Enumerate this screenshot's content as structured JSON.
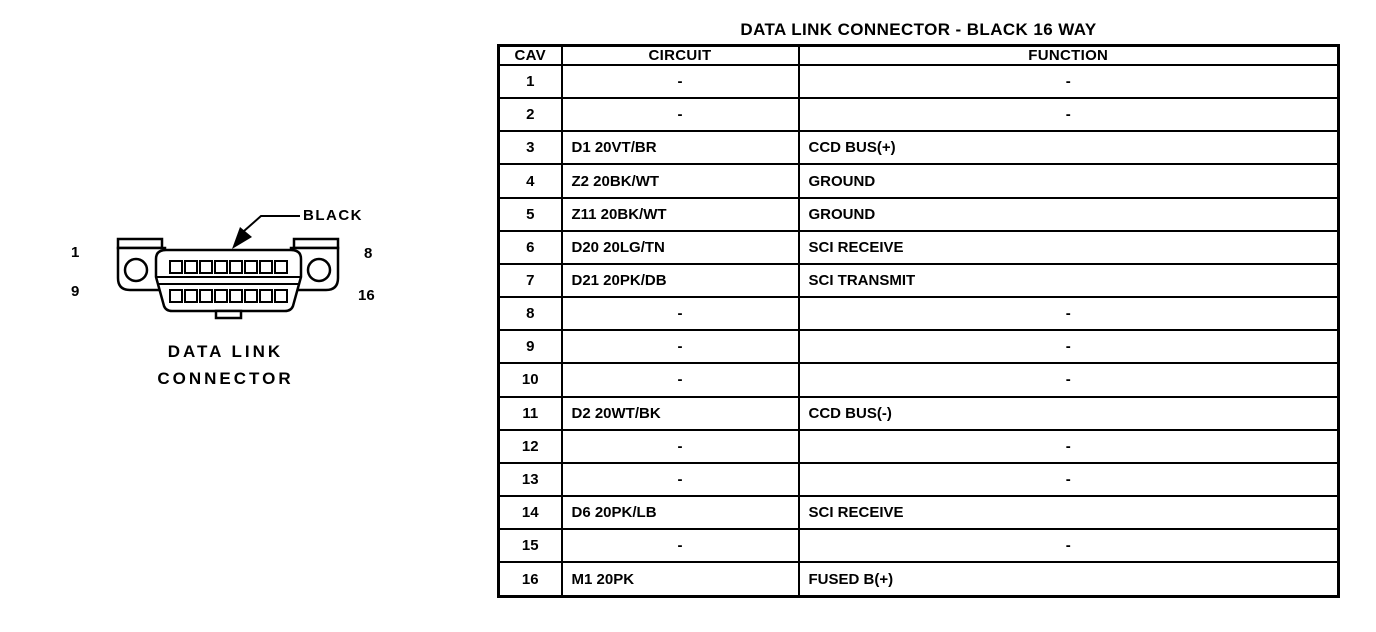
{
  "title": "DATA LINK CONNECTOR - BLACK 16 WAY",
  "connector": {
    "color_label": "BLACK",
    "caption": [
      "DATA LINK",
      "CONNECTOR"
    ],
    "pin_labels": {
      "top_left": "1",
      "top_right": "8",
      "bottom_left": "9",
      "bottom_right": "16"
    }
  },
  "table": {
    "headers": [
      "CAV",
      "CIRCUIT",
      "FUNCTION"
    ],
    "rows": [
      [
        "1",
        "-",
        "-"
      ],
      [
        "2",
        "-",
        "-"
      ],
      [
        "3",
        "D1 20VT/BR",
        "CCD BUS(+)"
      ],
      [
        "4",
        "Z2 20BK/WT",
        "GROUND"
      ],
      [
        "5",
        "Z11 20BK/WT",
        "GROUND"
      ],
      [
        "6",
        "D20 20LG/TN",
        "SCI RECEIVE"
      ],
      [
        "7",
        "D21 20PK/DB",
        "SCI TRANSMIT"
      ],
      [
        "8",
        "-",
        "-"
      ],
      [
        "9",
        "-",
        "-"
      ],
      [
        "10",
        "-",
        "-"
      ],
      [
        "11",
        "D2 20WT/BK",
        "CCD BUS(-)"
      ],
      [
        "12",
        "-",
        "-"
      ],
      [
        "13",
        "-",
        "-"
      ],
      [
        "14",
        "D6 20PK/LB",
        "SCI RECEIVE"
      ],
      [
        "15",
        "-",
        "-"
      ],
      [
        "16",
        "M1 20PK",
        "FUSED B(+)"
      ]
    ]
  },
  "colors": {
    "ink": "#000000",
    "paper": "#ffffff"
  }
}
